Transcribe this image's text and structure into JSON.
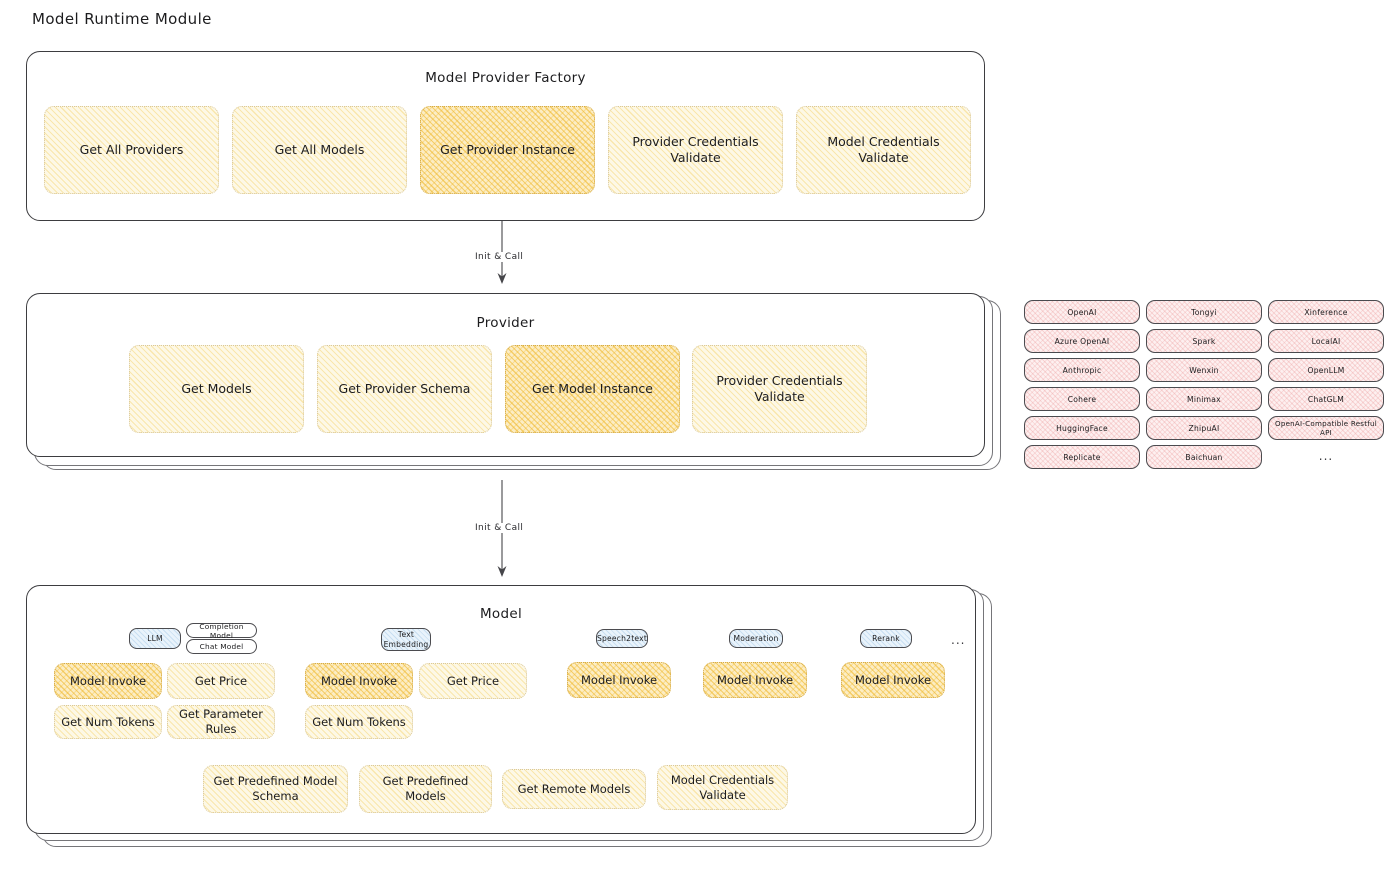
{
  "title": "Model Runtime Module",
  "edges": [
    {
      "label": "Init & Call"
    },
    {
      "label": "Init & Call"
    }
  ],
  "colors": {
    "amber_light_fill": "#fdf8e6",
    "amber_light_hatch": "#f4ce5e",
    "amber_strong_fill": "#fcedc4",
    "amber_strong_hatch": "#f0ba30",
    "pill_fill": "#fdf0f0",
    "pill_hatch": "#e98e8e",
    "badge_blue_fill": "#e9f3fb",
    "badge_blue_hatch": "#7eb0db",
    "panel_border": "#3d3d40",
    "text": "#1c1c1e"
  },
  "factory": {
    "title": "Model Provider Factory",
    "nodes": [
      {
        "label": "Get All Providers",
        "highlight": false
      },
      {
        "label": "Get All Models",
        "highlight": false
      },
      {
        "label": "Get Provider Instance",
        "highlight": true
      },
      {
        "label": "Provider Credentials Validate",
        "highlight": false
      },
      {
        "label": "Model Credentials Validate",
        "highlight": false
      }
    ]
  },
  "provider": {
    "title": "Provider",
    "nodes": [
      {
        "label": "Get Models",
        "highlight": false
      },
      {
        "label": "Get Provider Schema",
        "highlight": false
      },
      {
        "label": "Get Model Instance",
        "highlight": true
      },
      {
        "label": "Provider Credentials Validate",
        "highlight": false
      }
    ]
  },
  "provider_list": {
    "columns": [
      {
        "items": [
          "OpenAI",
          "Azure OpenAI",
          "Anthropic",
          "Cohere",
          "HuggingFace",
          "Replicate"
        ]
      },
      {
        "items": [
          "Tongyi",
          "Spark",
          "Wenxin",
          "Minimax",
          "ZhipuAI",
          "Baichuan"
        ]
      },
      {
        "items": [
          "Xinference",
          "LocalAI",
          "OpenLLM",
          "ChatGLM",
          "OpenAI-Compatible Restful API"
        ]
      }
    ],
    "ellipsis": "..."
  },
  "model": {
    "title": "Model",
    "ellipsis": "...",
    "types": [
      {
        "badge": "LLM",
        "sub_badges": [
          "Completion Model",
          "Chat Model"
        ],
        "nodes": [
          {
            "label": "Model Invoke",
            "highlight": true
          },
          {
            "label": "Get Price",
            "highlight": false
          },
          {
            "label": "Get Num Tokens",
            "highlight": false
          },
          {
            "label": "Get Parameter Rules",
            "highlight": false
          }
        ]
      },
      {
        "badge": "Text Embedding",
        "sub_badges": [],
        "nodes": [
          {
            "label": "Model Invoke",
            "highlight": true
          },
          {
            "label": "Get Price",
            "highlight": false
          },
          {
            "label": "Get Num Tokens",
            "highlight": false
          }
        ]
      },
      {
        "badge": "Speech2text",
        "sub_badges": [],
        "nodes": [
          {
            "label": "Model Invoke",
            "highlight": true
          }
        ]
      },
      {
        "badge": "Moderation",
        "sub_badges": [],
        "nodes": [
          {
            "label": "Model Invoke",
            "highlight": true
          }
        ]
      },
      {
        "badge": "Rerank",
        "sub_badges": [],
        "nodes": [
          {
            "label": "Model Invoke",
            "highlight": true
          }
        ]
      }
    ],
    "shared_nodes": [
      {
        "label": "Get Predefined Model Schema"
      },
      {
        "label": "Get Predefined Models"
      },
      {
        "label": "Get Remote Models"
      },
      {
        "label": "Model Credentials Validate"
      }
    ]
  }
}
